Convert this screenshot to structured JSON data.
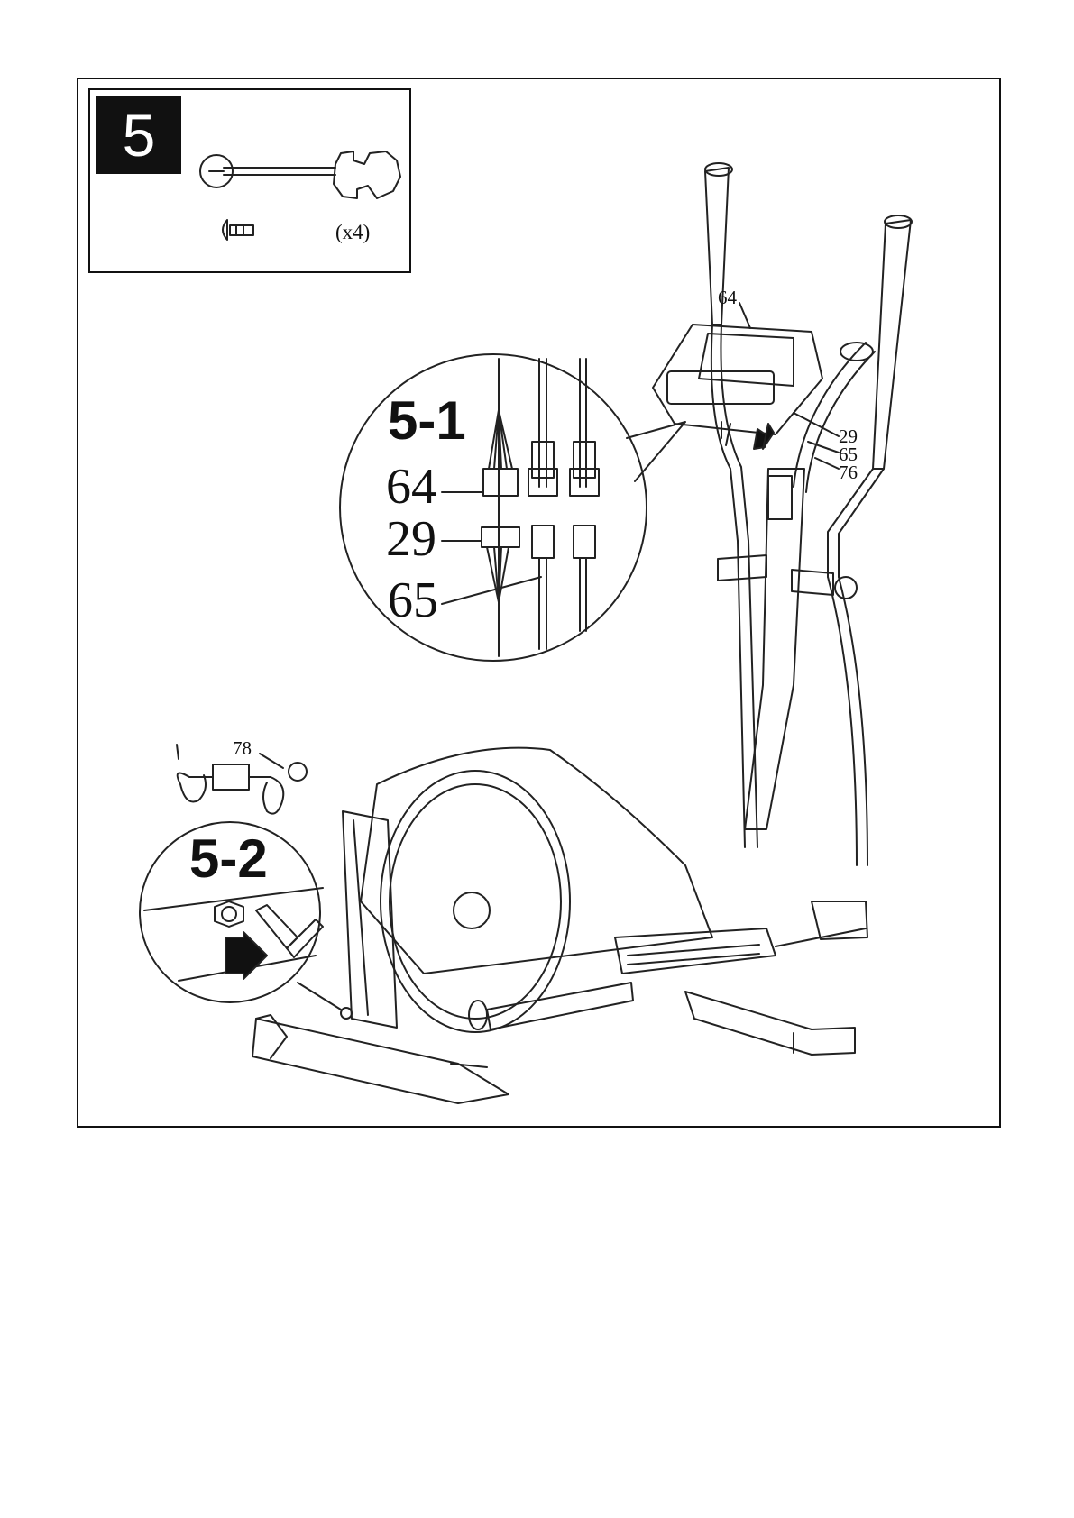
{
  "step": {
    "number": "5",
    "quantity": "(x4)"
  },
  "tools": [
    "wrench-icon",
    "screw-icon"
  ],
  "detail_5_1": {
    "title": "5-1",
    "labels": [
      "64",
      "29",
      "65"
    ]
  },
  "detail_5_2": {
    "title": "5-2",
    "adapter_label": "78"
  },
  "main_callouts": {
    "console": "64",
    "screw": "29",
    "washer": "65",
    "nut": "76"
  }
}
